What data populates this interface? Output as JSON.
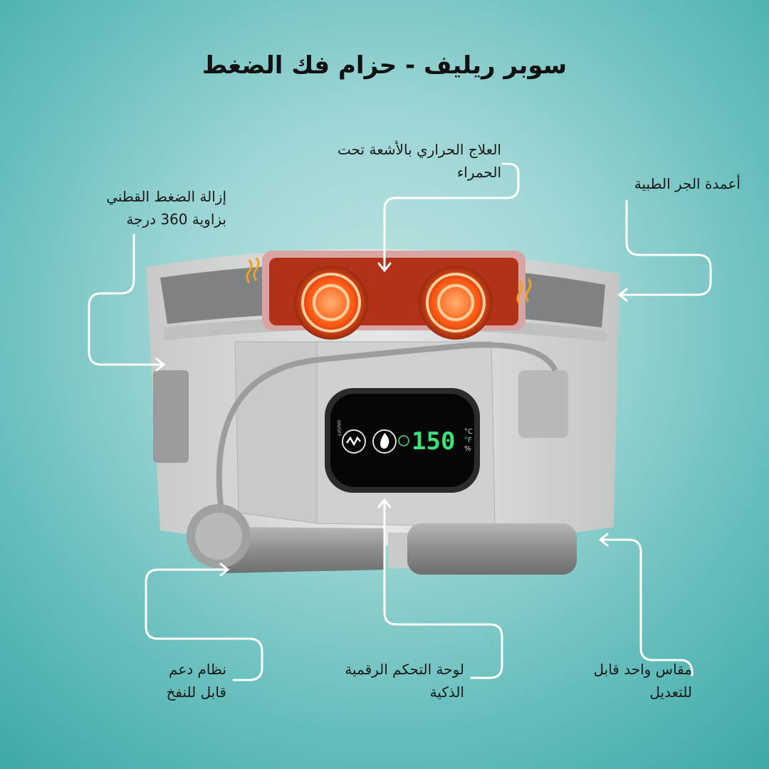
{
  "title": "سوبر ريليف - حزام فك الضغط",
  "features": {
    "infrared": {
      "line1": "العلاج الحراري بالأشعة تحت",
      "line2": "الحمراء"
    },
    "traction": {
      "line1": "أعمدة الجر الطبية"
    },
    "decompression": {
      "line1": "إزالة الضغط القطني",
      "line2": "بزاوية 360 درجة"
    },
    "inflatable": {
      "line1": "نظام دعم",
      "line2": "قابل للنفخ"
    },
    "control_panel": {
      "line1": "لوحة التحكم الرقمية",
      "line2": "الذكية"
    },
    "one_size": {
      "line1": "مقاس واحد قابل",
      "line2": "للتعديل"
    }
  },
  "display": {
    "value": "150",
    "unit_c": "°C",
    "unit_f": "°F",
    "unit_pct": "%",
    "mode_label": "ON/OFF",
    "buttons": [
      "vibration-icon",
      "heat-flame-icon",
      "lock-icon"
    ],
    "accent": "#3ee07a"
  },
  "colors": {
    "line": "#ffffff",
    "heat": "#ff6a1a",
    "belt": "#d6d8d8"
  }
}
